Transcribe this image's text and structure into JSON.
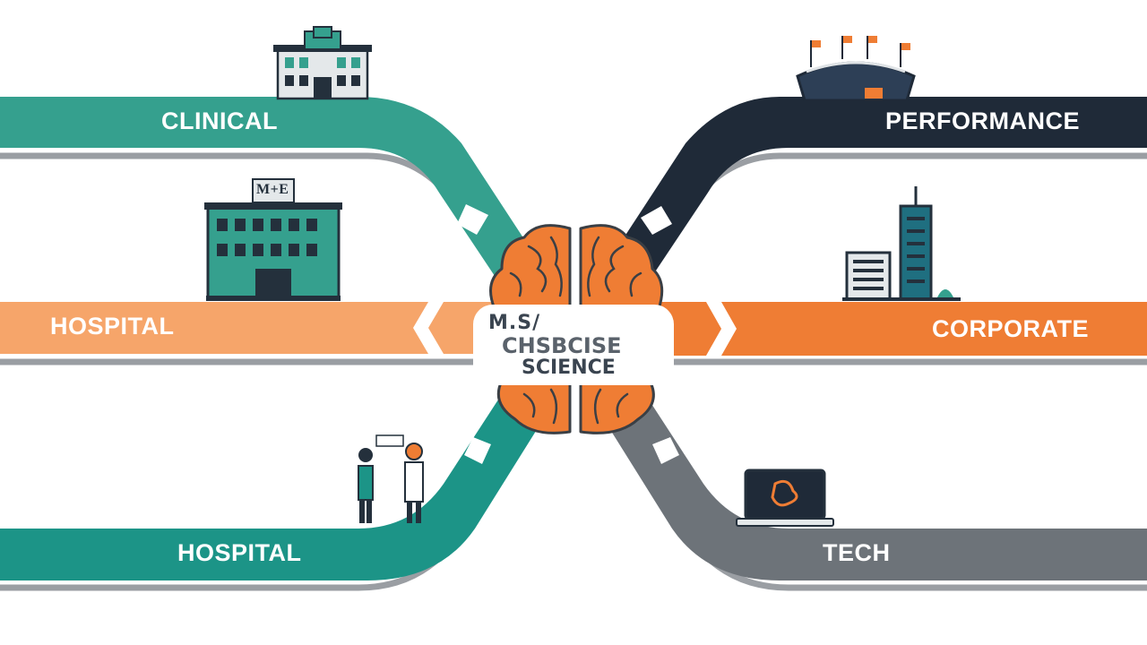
{
  "pathways": {
    "clinical": {
      "label": "CLINICAL",
      "color": "#35a08e"
    },
    "performance": {
      "label": "PERFORMANCE",
      "color": "#1f2a38"
    },
    "hospital_mid": {
      "label": "HOSPITAL",
      "color": "#f6a56a"
    },
    "corporate": {
      "label": "CORPORATE",
      "color": "#ef7d34"
    },
    "hospital_low": {
      "label": "HOSPITAL",
      "color": "#1c9487"
    },
    "tech": {
      "label": "TECH",
      "color": "#6d7379"
    }
  },
  "center": {
    "line1": "M.S/",
    "line2": "CHSBCISE",
    "line3": "SCIENCE"
  },
  "building_sign": "M+E",
  "icons": [
    "clinic-building-icon",
    "stadium-icon",
    "hospital-building-icon",
    "city-skyline-icon",
    "doctor-patient-icon",
    "laptop-icon",
    "brain-icon"
  ]
}
